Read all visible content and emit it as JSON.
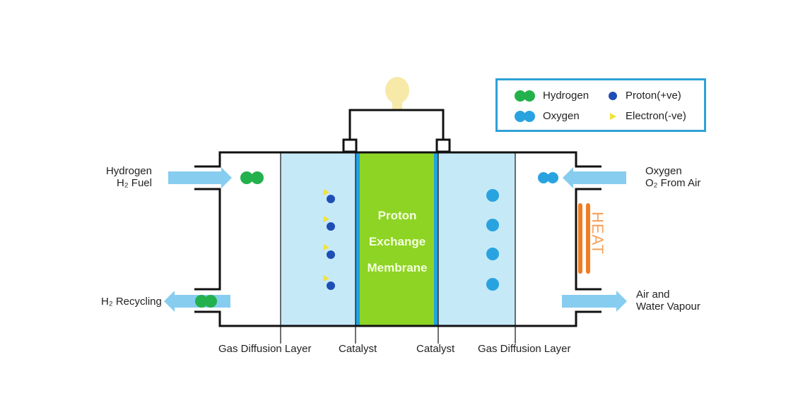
{
  "legend": {
    "hydrogen": "Hydrogen",
    "oxygen": "Oxygen",
    "proton": "Proton(+ve)",
    "electron": "Electron(-ve)"
  },
  "labels": {
    "hydrogen_in_line1": "Hydrogen",
    "hydrogen_in_line2": "H₂ Fuel",
    "h2_recycling": "H₂ Recycling",
    "oxygen_in_line1": "Oxygen",
    "oxygen_in_line2": "O₂ From Air",
    "exhaust_line1": "Air and",
    "exhaust_line2": "Water Vapour",
    "heat": "HEAT",
    "pem_line1": "Proton",
    "pem_line2": "Exchange",
    "pem_line3": "Membrane",
    "gdl_left": "Gas Diffusion Layer",
    "catalyst_left": "Catalyst",
    "catalyst_right": "Catalyst",
    "gdl_right": "Gas Diffusion Layer"
  },
  "colors": {
    "hydrogen": "#22b14c",
    "oxygen": "#29a3e0",
    "proton": "#1f4fb5",
    "electron": "#f2e23a",
    "membrane": "#8ed424",
    "gas_diffusion_layer": "#c6e9f8",
    "catalyst": "#1fa3e0",
    "arrow": "#86cdf0",
    "heat": "#f07d23",
    "bulb": "#f7e9a8"
  }
}
